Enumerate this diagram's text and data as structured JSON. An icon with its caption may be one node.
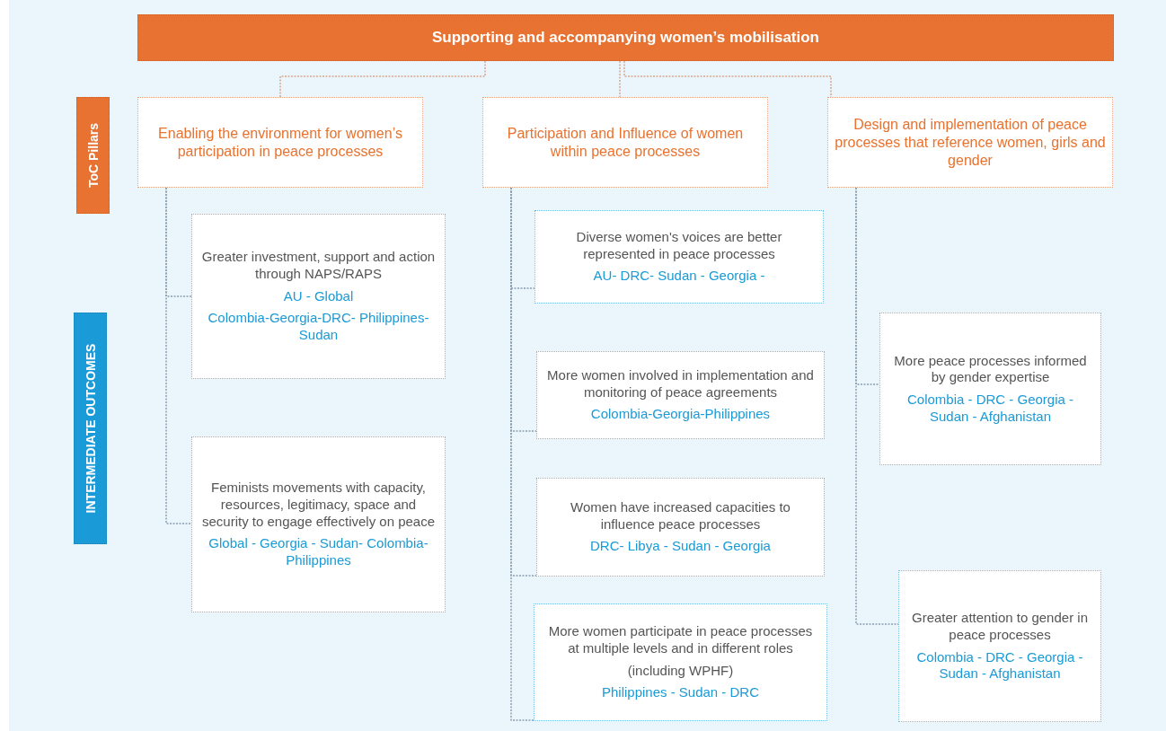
{
  "diagram": {
    "nodes": [
      {
        "text": [
          "Supporting and accompanying women’s mobilisation"
        ]
      },
      {
        "text": [
          "ToC Pillars"
        ]
      },
      {
        "text": [
          "Enabling the environment for women’s participation in peace processes"
        ]
      },
      {
        "text": [
          "Participation and Influence of women within peace processes"
        ]
      },
      {
        "text": [
          "Design and implementation of peace processes that reference women, girls and gender"
        ]
      },
      {
        "text": [
          "INTERMEDIATE OUTCOMES"
        ]
      },
      {
        "text": [
          "Greater investment, support and action through NAPS/RAPS",
          "AU - Global",
          "Colombia-Georgia-DRC- Philippines-Sudan"
        ]
      },
      {
        "text": [
          "Feminists movements with capacity, resources, legitimacy, space and security to engage effectively on peace",
          "Global - Georgia - Sudan- Colombia-Philippines"
        ]
      },
      {
        "text": [
          "Diverse women's voices are better represented in peace processes",
          "AU- DRC- Sudan - Georgia -"
        ]
      },
      {
        "text": [
          "More women involved in implementation and monitoring of peace agreements",
          "Colombia-Georgia-Philippines"
        ]
      },
      {
        "text": [
          "Women have increased capacities to influence peace processes",
          "DRC- Libya - Sudan - Georgia"
        ]
      },
      {
        "text": [
          "More women participate in peace processes at multiple levels and in different roles",
          "(including WPHF)",
          "Philippines - Sudan - DRC"
        ]
      },
      {
        "text": [
          "More peace processes informed by gender expertise",
          "Colombia - DRC - Georgia - Sudan - Afghanistan"
        ]
      },
      {
        "text": [
          "Greater attention to gender in peace processes",
          "Colombia - DRC - Georgia - Sudan - Afghanistan"
        ]
      }
    ],
    "edges": [
      {
        "from": 0,
        "to": 2,
        "arrow": "none",
        "color": "#d9a58c"
      },
      {
        "from": 0,
        "to": 3,
        "arrow": "none",
        "color": "#d9a58c"
      },
      {
        "from": 0,
        "to": 4,
        "arrow": "none",
        "color": "#d9a58c"
      },
      {
        "from": 2,
        "to": 6,
        "arrow": "none"
      },
      {
        "from": 2,
        "to": 7,
        "arrow": "none"
      },
      {
        "from": 3,
        "to": 8,
        "arrow": "none"
      },
      {
        "from": 3,
        "to": 9,
        "arrow": "none"
      },
      {
        "from": 3,
        "to": 10,
        "arrow": "none"
      },
      {
        "from": 3,
        "to": 11,
        "arrow": "none"
      },
      {
        "from": 4,
        "to": 12,
        "arrow": "none"
      },
      {
        "from": 4,
        "to": 13,
        "arrow": "none"
      }
    ]
  }
}
